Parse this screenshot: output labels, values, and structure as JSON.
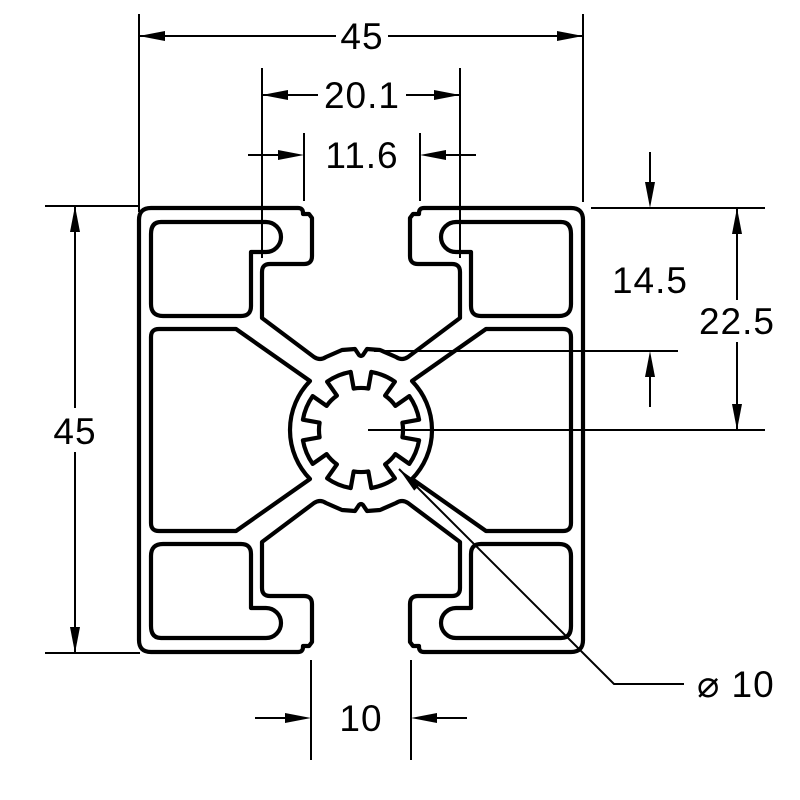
{
  "drawing": {
    "background_color": "#ffffff",
    "line_color": "#000000",
    "part": "aluminum-extrusion-t-slot-profile-cross-section",
    "dimensions": {
      "overall_width": "45",
      "overall_height": "45",
      "slot_channel_width": "20.1",
      "slot_step_width": "11.6",
      "slot_depth": "14.5",
      "face_to_center": "22.5",
      "bottom_slot_opening": "10",
      "center_bore_diameter": "⌀ 10"
    }
  }
}
